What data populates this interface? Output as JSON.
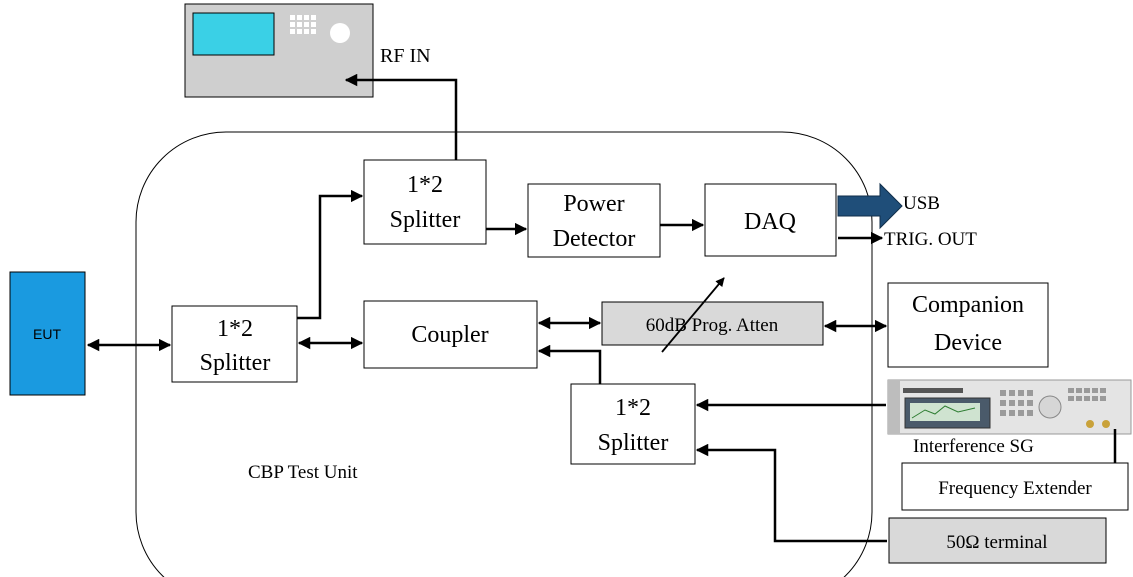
{
  "colors": {
    "eut_fill": "#1a9ae0",
    "usb_arrow": "#1f4e79",
    "attenuator_fill": "#d9d9d9",
    "analyzer_body": "#d0d0d0",
    "analyzer_screen": "#3ad0e6"
  },
  "labels": {
    "rf_in": "RF IN",
    "eut": "EUT",
    "splitter_top": [
      "1*2",
      "Splitter"
    ],
    "splitter_left": [
      "1*2",
      "Splitter"
    ],
    "splitter_bottom": [
      "1*2",
      "Splitter"
    ],
    "power_detector": [
      "Power",
      "Detector"
    ],
    "daq": "DAQ",
    "usb": "USB",
    "trig_out": "TRIG. OUT",
    "coupler": "Coupler",
    "attenuator": "60dB Prog. Atten",
    "companion": [
      "Companion",
      "Device"
    ],
    "interference_sg": "Interference SG",
    "frequency_extender": "Frequency Extender",
    "terminal": "50Ω terminal",
    "test_unit": "CBP Test Unit"
  },
  "icons": {
    "spectrum_analyzer": "spectrum-analyzer-icon",
    "signal_generator": "signal-generator-icon"
  }
}
